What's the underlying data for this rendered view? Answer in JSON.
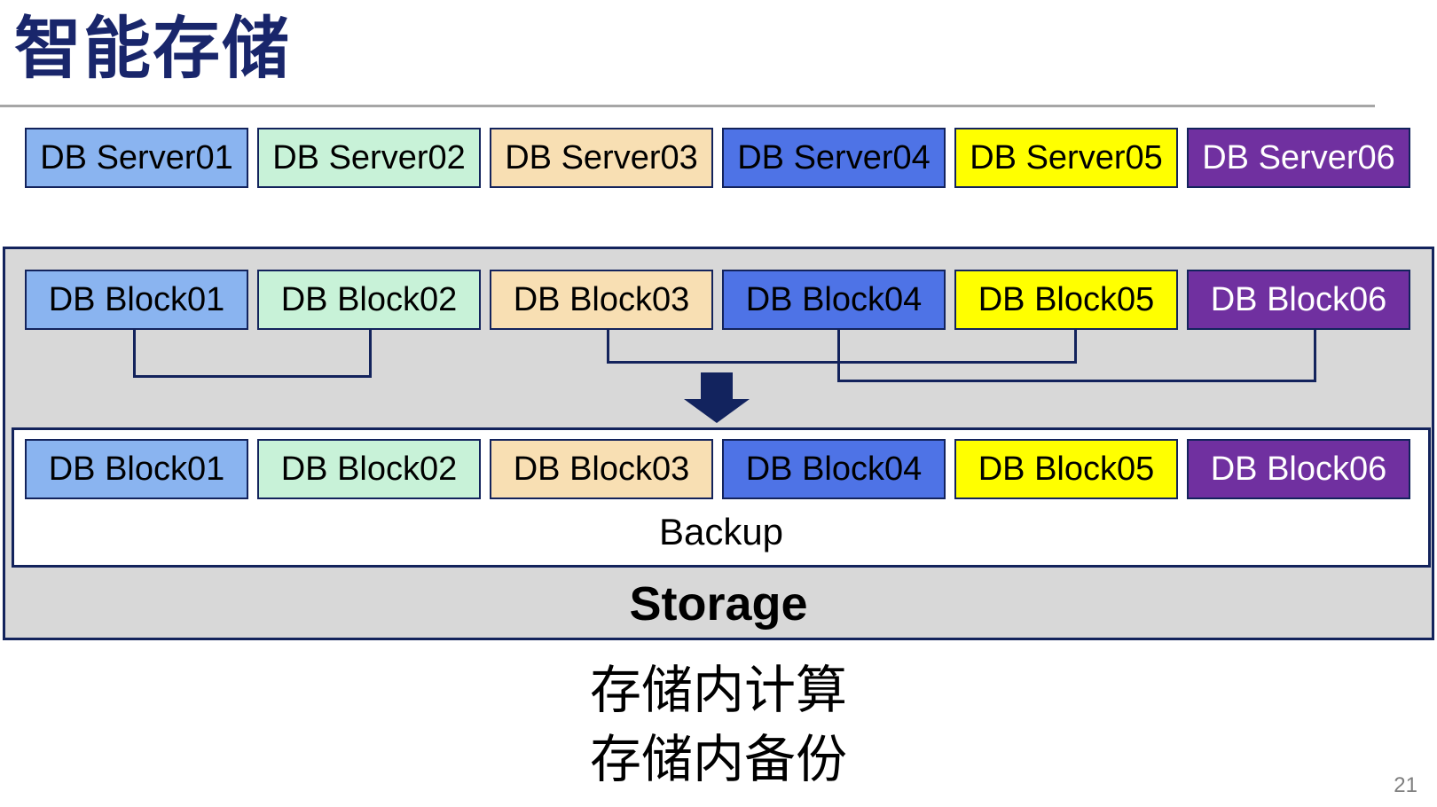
{
  "slide": {
    "title": "智能存储",
    "page_number": "21"
  },
  "colors": {
    "title_navy": "#19266b",
    "border_navy": "#13235c",
    "arrow_navy": "#12235e",
    "container_gray": "#d8d8d8",
    "rule_gray": "#a6a6a6",
    "page_number_gray": "#7f7f7f"
  },
  "servers": [
    {
      "label": "DB Server01",
      "fill": "#8ab4f0",
      "text_color": "#000000"
    },
    {
      "label": "DB Server02",
      "fill": "#c8f2d8",
      "text_color": "#000000"
    },
    {
      "label": "DB Server03",
      "fill": "#f8dfb3",
      "text_color": "#000000"
    },
    {
      "label": "DB Server04",
      "fill": "#4e73e6",
      "text_color": "#000000"
    },
    {
      "label": "DB Server05",
      "fill": "#ffff00",
      "text_color": "#000000"
    },
    {
      "label": "DB Server06",
      "fill": "#7030a0",
      "text_color": "#ffffff"
    }
  ],
  "storage_unit": {
    "blocks_source": [
      {
        "label": "DB Block01",
        "fill": "#8ab4f0",
        "text_color": "#000000"
      },
      {
        "label": "DB Block02",
        "fill": "#c8f2d8",
        "text_color": "#000000"
      },
      {
        "label": "DB Block03",
        "fill": "#f8dfb3",
        "text_color": "#000000"
      },
      {
        "label": "DB Block04",
        "fill": "#4e73e6",
        "text_color": "#000000"
      },
      {
        "label": "DB Block05",
        "fill": "#ffff00",
        "text_color": "#000000"
      },
      {
        "label": "DB Block06",
        "fill": "#7030a0",
        "text_color": "#ffffff"
      }
    ],
    "blocks_backup": [
      {
        "label": "DB Block01",
        "fill": "#8ab4f0",
        "text_color": "#000000"
      },
      {
        "label": "DB Block02",
        "fill": "#c8f2d8",
        "text_color": "#000000"
      },
      {
        "label": "DB Block03",
        "fill": "#f8dfb3",
        "text_color": "#000000"
      },
      {
        "label": "DB Block04",
        "fill": "#4e73e6",
        "text_color": "#000000"
      },
      {
        "label": "DB Block05",
        "fill": "#ffff00",
        "text_color": "#000000"
      },
      {
        "label": "DB Block06",
        "fill": "#7030a0",
        "text_color": "#ffffff"
      }
    ],
    "backup_label": "Backup",
    "storage_label": "Storage"
  },
  "notes": {
    "line1": "存储内计算",
    "line2": "存储内备份"
  }
}
